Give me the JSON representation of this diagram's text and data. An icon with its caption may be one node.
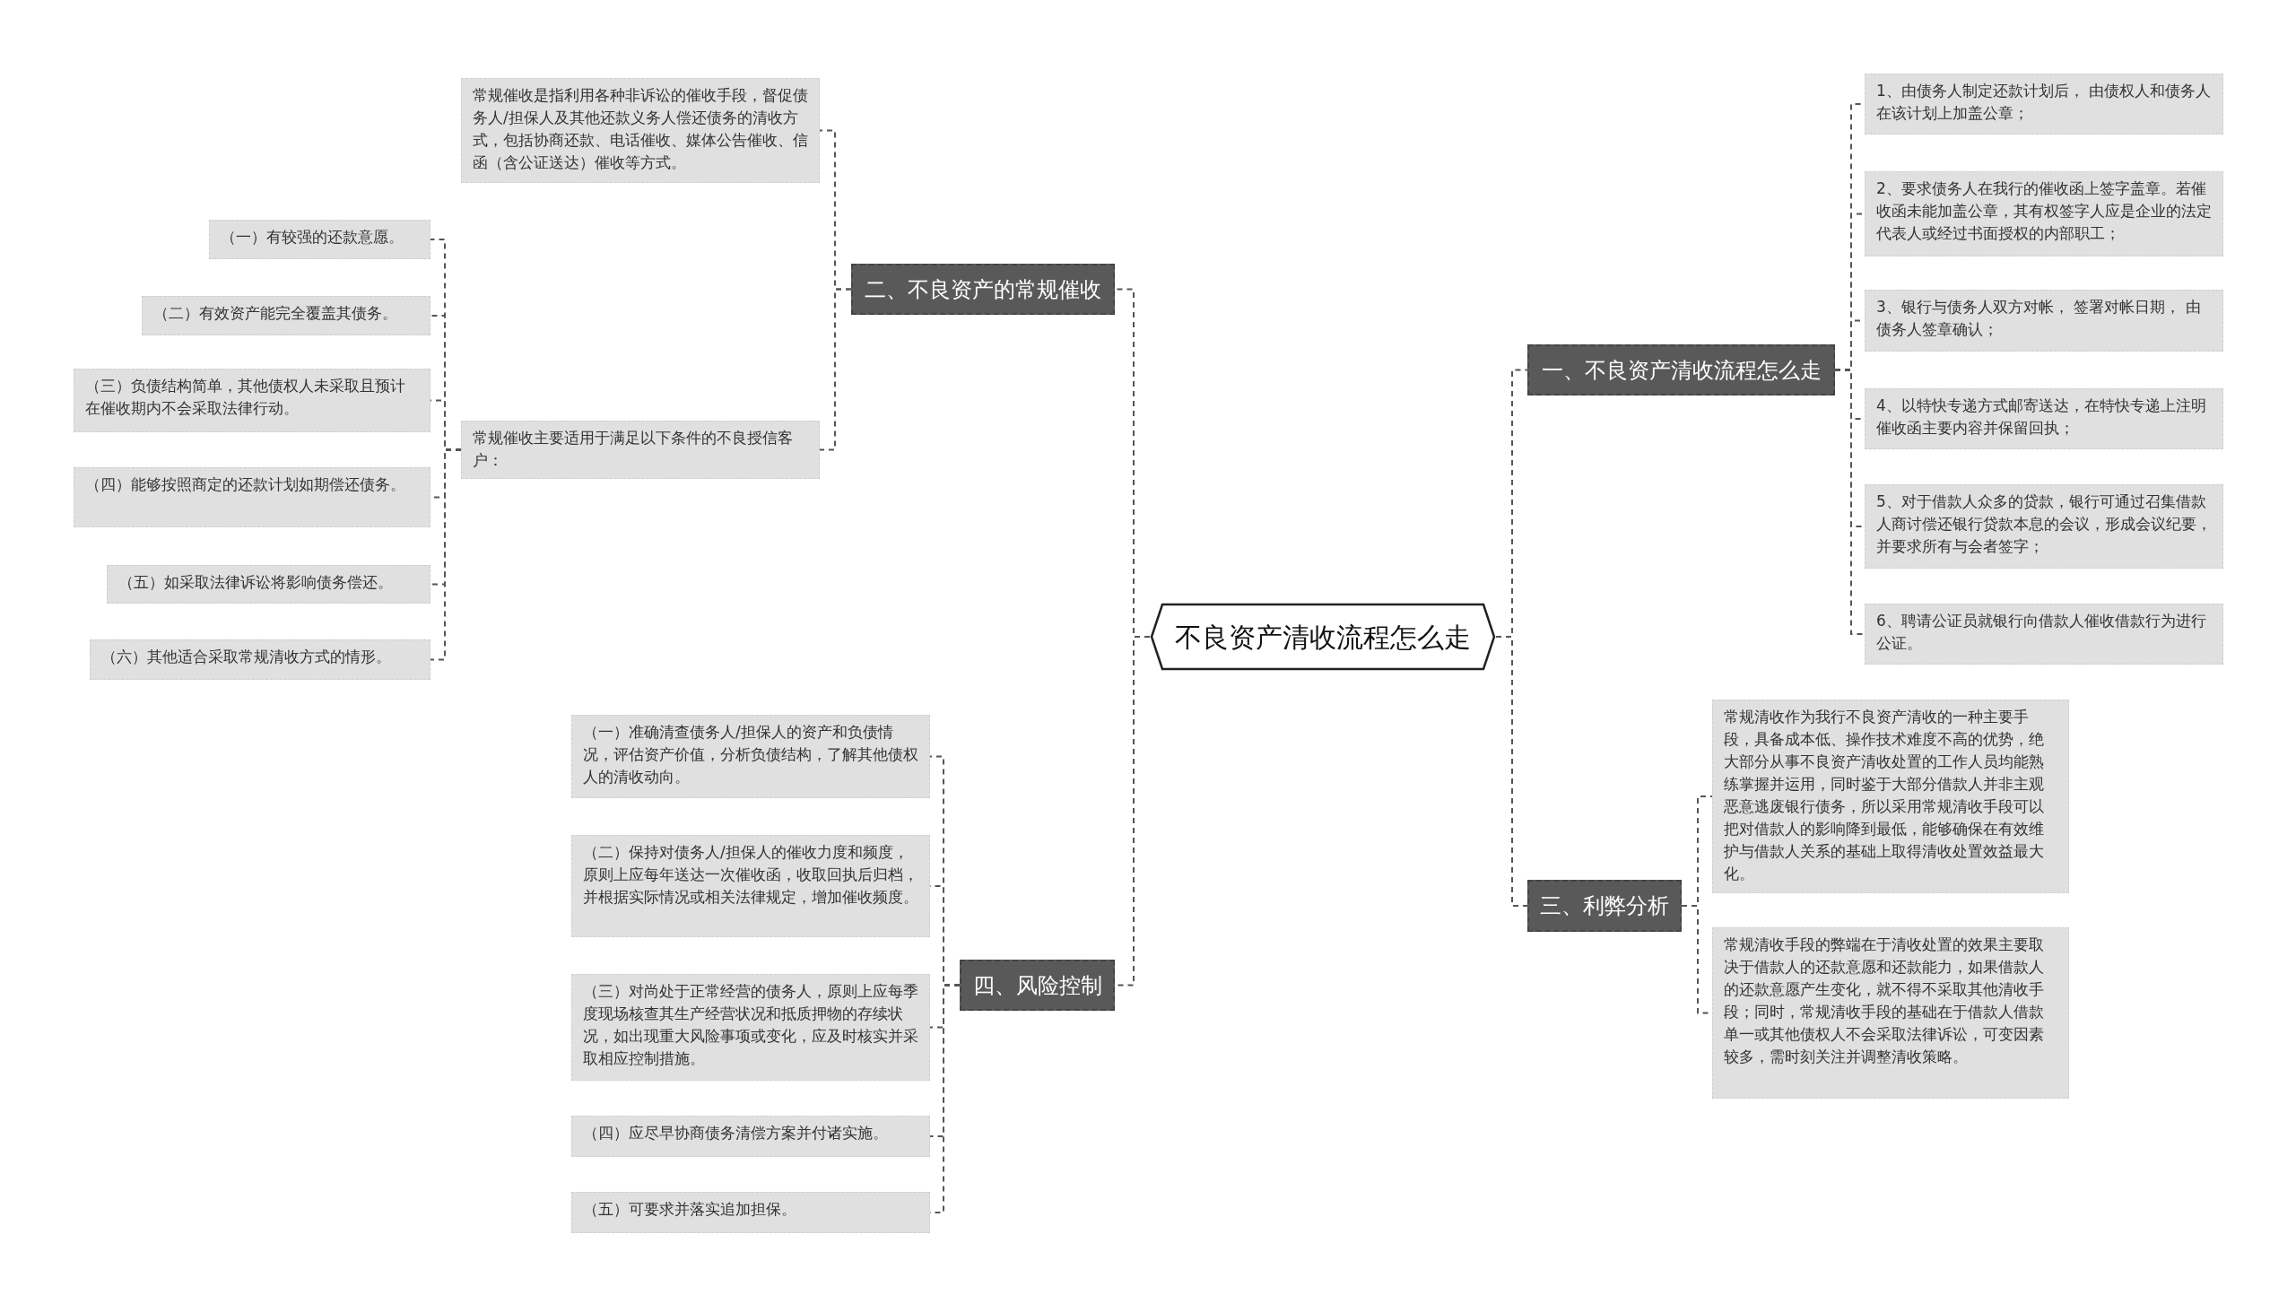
{
  "diagram": {
    "nodes": [
      {
        "text": [
          "不良资产清收流程怎么走"
        ]
      },
      {
        "text": [
          "一、不良资产清收流程怎么走"
        ]
      },
      {
        "text": [
          "1、由债务人制定还款计划后， 由债权人和债务人在该计划上加盖公章；"
        ]
      },
      {
        "text": [
          "2、要求债务人在我行的催收函上签字盖章。若催收函未能加盖公章，其有权签字人应是企业的法定代表人或经过书面授权的内部职工；"
        ]
      },
      {
        "text": [
          "3、银行与债务人双方对帐， 签署对帐日期， 由债务人签章确认；"
        ]
      },
      {
        "text": [
          "4、以特快专递方式邮寄送达，在特快专递上注明催收函主要内容并保留回执；"
        ]
      },
      {
        "text": [
          "5、对于借款人众多的贷款，银行可通过召集借款人商讨偿还银行贷款本息的会议，形成会议纪要，并要求所有与会者签字；"
        ]
      },
      {
        "text": [
          "6、聘请公证员就银行向借款人催收借款行为进行公证。"
        ]
      },
      {
        "text": [
          "三、利弊分析"
        ]
      },
      {
        "text": [
          "常规清收作为我行不良资产清收的一种主要手段，具备成本低、操作技术难度不高的优势，绝大部分从事不良资产清收处置的工作人员均能熟练掌握并运用，同时鉴于大部分借款人并非主观恶意逃废银行债务，所以采用常规清收手段可以把对借款人的影响降到最低，能够确保在有效维护与借款人关系的基础上取得清收处置效益最大化。"
        ]
      },
      {
        "text": [
          "常规清收手段的弊端在于清收处置的效果主要取决于借款人的还款意愿和还款能力，如果借款人的还款意愿产生变化，就不得不采取其他清收手段；同时，常规清收手段的基础在于借款人借款单一或其他债权人不会采取法律诉讼，可变因素较多，需时刻关注并调整清收策略。"
        ]
      },
      {
        "text": [
          "二、不良资产的常规催收"
        ]
      },
      {
        "text": [
          "常规催收是指利用各种非诉讼的催收手段，督促债务人/担保人及其他还款义务人偿还债务的清收方式，包括协商还款、电话催收、媒体公告催收、信函（含公证送达）催收等方式。"
        ]
      },
      {
        "text": [
          "常规催收主要适用于满足以下条件的不良授信客户："
        ]
      },
      {
        "text": [
          "（一）有较强的还款意愿。"
        ]
      },
      {
        "text": [
          "（二）有效资产能完全覆盖其债务。"
        ]
      },
      {
        "text": [
          "（三）负债结构简单，其他债权人未采取且预计在催收期内不会采取法律行动。"
        ]
      },
      {
        "text": [
          "（四）能够按照商定的还款计划如期偿还债务。"
        ]
      },
      {
        "text": [
          "（五）如采取法律诉讼将影响债务偿还。"
        ]
      },
      {
        "text": [
          "（六）其他适合采取常规清收方式的情形。"
        ]
      },
      {
        "text": [
          "四、风险控制"
        ]
      },
      {
        "text": [
          "（一）准确清查债务人/担保人的资产和负债情况，评估资产价值，分析负债结构，了解其他债权人的清收动向。"
        ]
      },
      {
        "text": [
          "（二）保持对债务人/担保人的催收力度和频度，原则上应每年送达一次催收函，收取回执后归档，并根据实际情况或相关法律规定，增加催收频度。"
        ]
      },
      {
        "text": [
          "（三）对尚处于正常经营的债务人，原则上应每季度现场核查其生产经营状况和抵质押物的存续状况，如出现重大风险事项或变化，应及时核实并采取相应控制措施。"
        ]
      },
      {
        "text": [
          "（四）应尽早协商债务清偿方案并付诸实施。"
        ]
      },
      {
        "text": [
          "（五）可要求并落实追加担保。"
        ]
      }
    ],
    "edges": [
      {
        "from": 0,
        "to": 1,
        "arrow": "none",
        "style": "dashed"
      },
      {
        "from": 1,
        "to": 2,
        "arrow": "none",
        "style": "dashed"
      },
      {
        "from": 1,
        "to": 3,
        "arrow": "none",
        "style": "dashed"
      },
      {
        "from": 1,
        "to": 4,
        "arrow": "none",
        "style": "dashed"
      },
      {
        "from": 1,
        "to": 5,
        "arrow": "none",
        "style": "dashed"
      },
      {
        "from": 1,
        "to": 6,
        "arrow": "none",
        "style": "dashed"
      },
      {
        "from": 1,
        "to": 7,
        "arrow": "none",
        "style": "dashed"
      },
      {
        "from": 0,
        "to": 8,
        "arrow": "none",
        "style": "dashed"
      },
      {
        "from": 8,
        "to": 9,
        "arrow": "none",
        "style": "dashed"
      },
      {
        "from": 8,
        "to": 10,
        "arrow": "none",
        "style": "dashed"
      },
      {
        "from": 0,
        "to": 11,
        "arrow": "none",
        "style": "dashed"
      },
      {
        "from": 11,
        "to": 12,
        "arrow": "none",
        "style": "dashed"
      },
      {
        "from": 11,
        "to": 13,
        "arrow": "none",
        "style": "dashed"
      },
      {
        "from": 13,
        "to": 14,
        "arrow": "none",
        "style": "dashed"
      },
      {
        "from": 13,
        "to": 15,
        "arrow": "none",
        "style": "dashed"
      },
      {
        "from": 13,
        "to": 16,
        "arrow": "none",
        "style": "dashed"
      },
      {
        "from": 13,
        "to": 17,
        "arrow": "none",
        "style": "dashed"
      },
      {
        "from": 13,
        "to": 18,
        "arrow": "none",
        "style": "dashed"
      },
      {
        "from": 13,
        "to": 19,
        "arrow": "none",
        "style": "dashed"
      },
      {
        "from": 0,
        "to": 20,
        "arrow": "none",
        "style": "dashed"
      },
      {
        "from": 20,
        "to": 21,
        "arrow": "none",
        "style": "dashed"
      },
      {
        "from": 20,
        "to": 22,
        "arrow": "none",
        "style": "dashed"
      },
      {
        "from": 20,
        "to": 23,
        "arrow": "none",
        "style": "dashed"
      },
      {
        "from": 20,
        "to": 24,
        "arrow": "none",
        "style": "dashed"
      },
      {
        "from": 20,
        "to": 25,
        "arrow": "none",
        "style": "dashed"
      }
    ]
  }
}
